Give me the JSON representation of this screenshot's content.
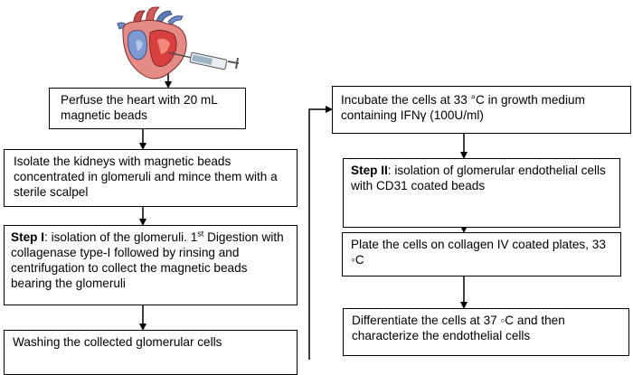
{
  "illustration": {
    "icon": "heart-with-syringe-icon"
  },
  "left_column": {
    "perfuse": "Perfuse the heart with 20 mL magnetic beads",
    "isolate_kidneys": "Isolate the kidneys with magnetic beads concentrated in glomeruli and mince them with a sterile scalpel",
    "step1": {
      "label": "Step I",
      "text_a": ": isolation of the glomeruli. 1",
      "sup": "st",
      "text_b": " Digestion with collagenase type-I followed by rinsing and centrifugation to collect the magnetic beads bearing the glomeruli"
    },
    "washing": "Washing the collected glomerular cells"
  },
  "right_column": {
    "incubate": "Incubate the cells at 33 °C in growth medium containing IFNγ (100U/ml)",
    "step2": {
      "label": "Step II",
      "text": ": isolation of glomerular endothelial cells with CD31 coated beads"
    },
    "plate": "Plate the cells on collagen IV coated plates, 33 ◦C",
    "differentiate": "Differentiate the cells at 37 ◦C and then characterize the endothelial cells"
  }
}
